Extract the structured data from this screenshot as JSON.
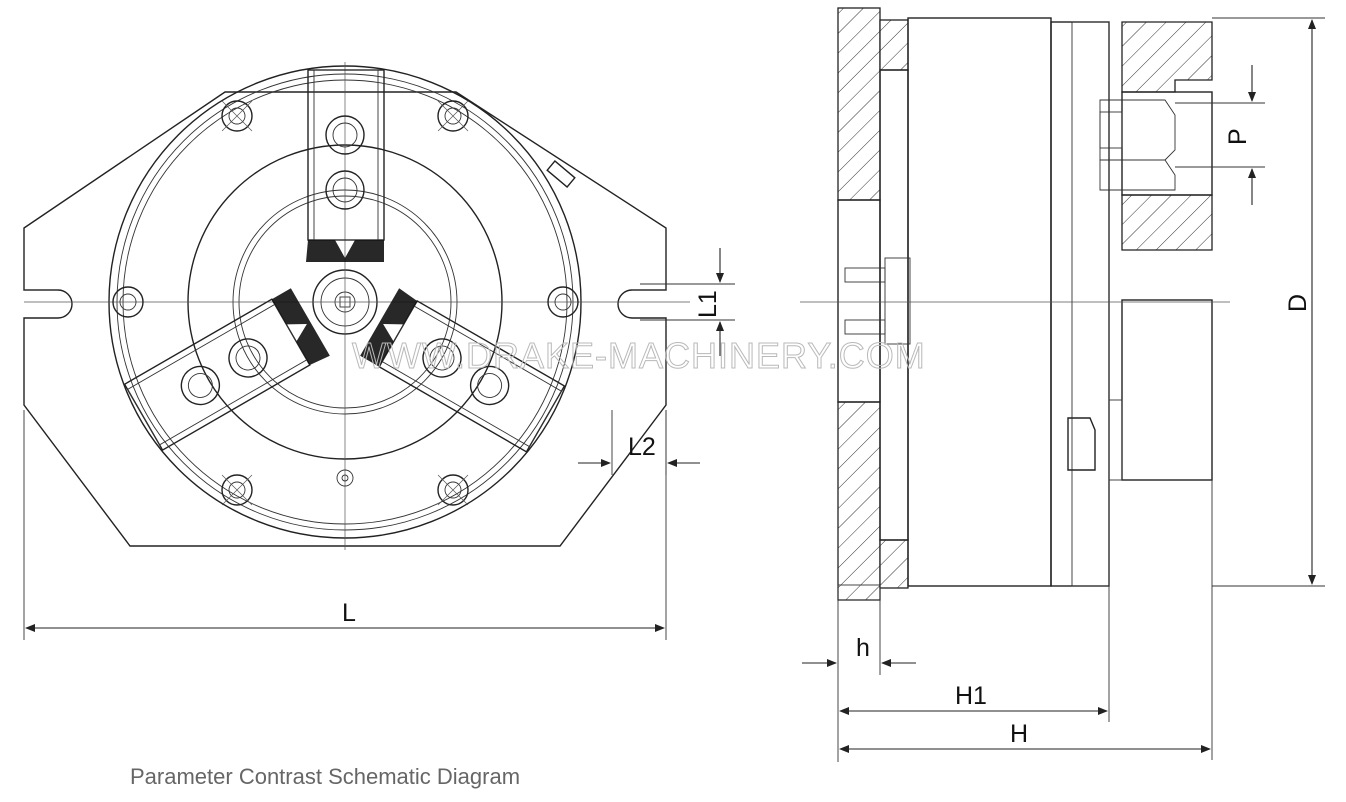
{
  "caption": "Parameter Contrast Schematic Diagram",
  "watermark": "WWW.DRAKE-MACHINERY.COM",
  "dimensions": {
    "L": "L",
    "L1": "L1",
    "L2": "L2",
    "D": "D",
    "P": "P",
    "h": "h",
    "H1": "H1",
    "H": "H"
  },
  "line_color": "#222222",
  "caption_color": "#666666"
}
